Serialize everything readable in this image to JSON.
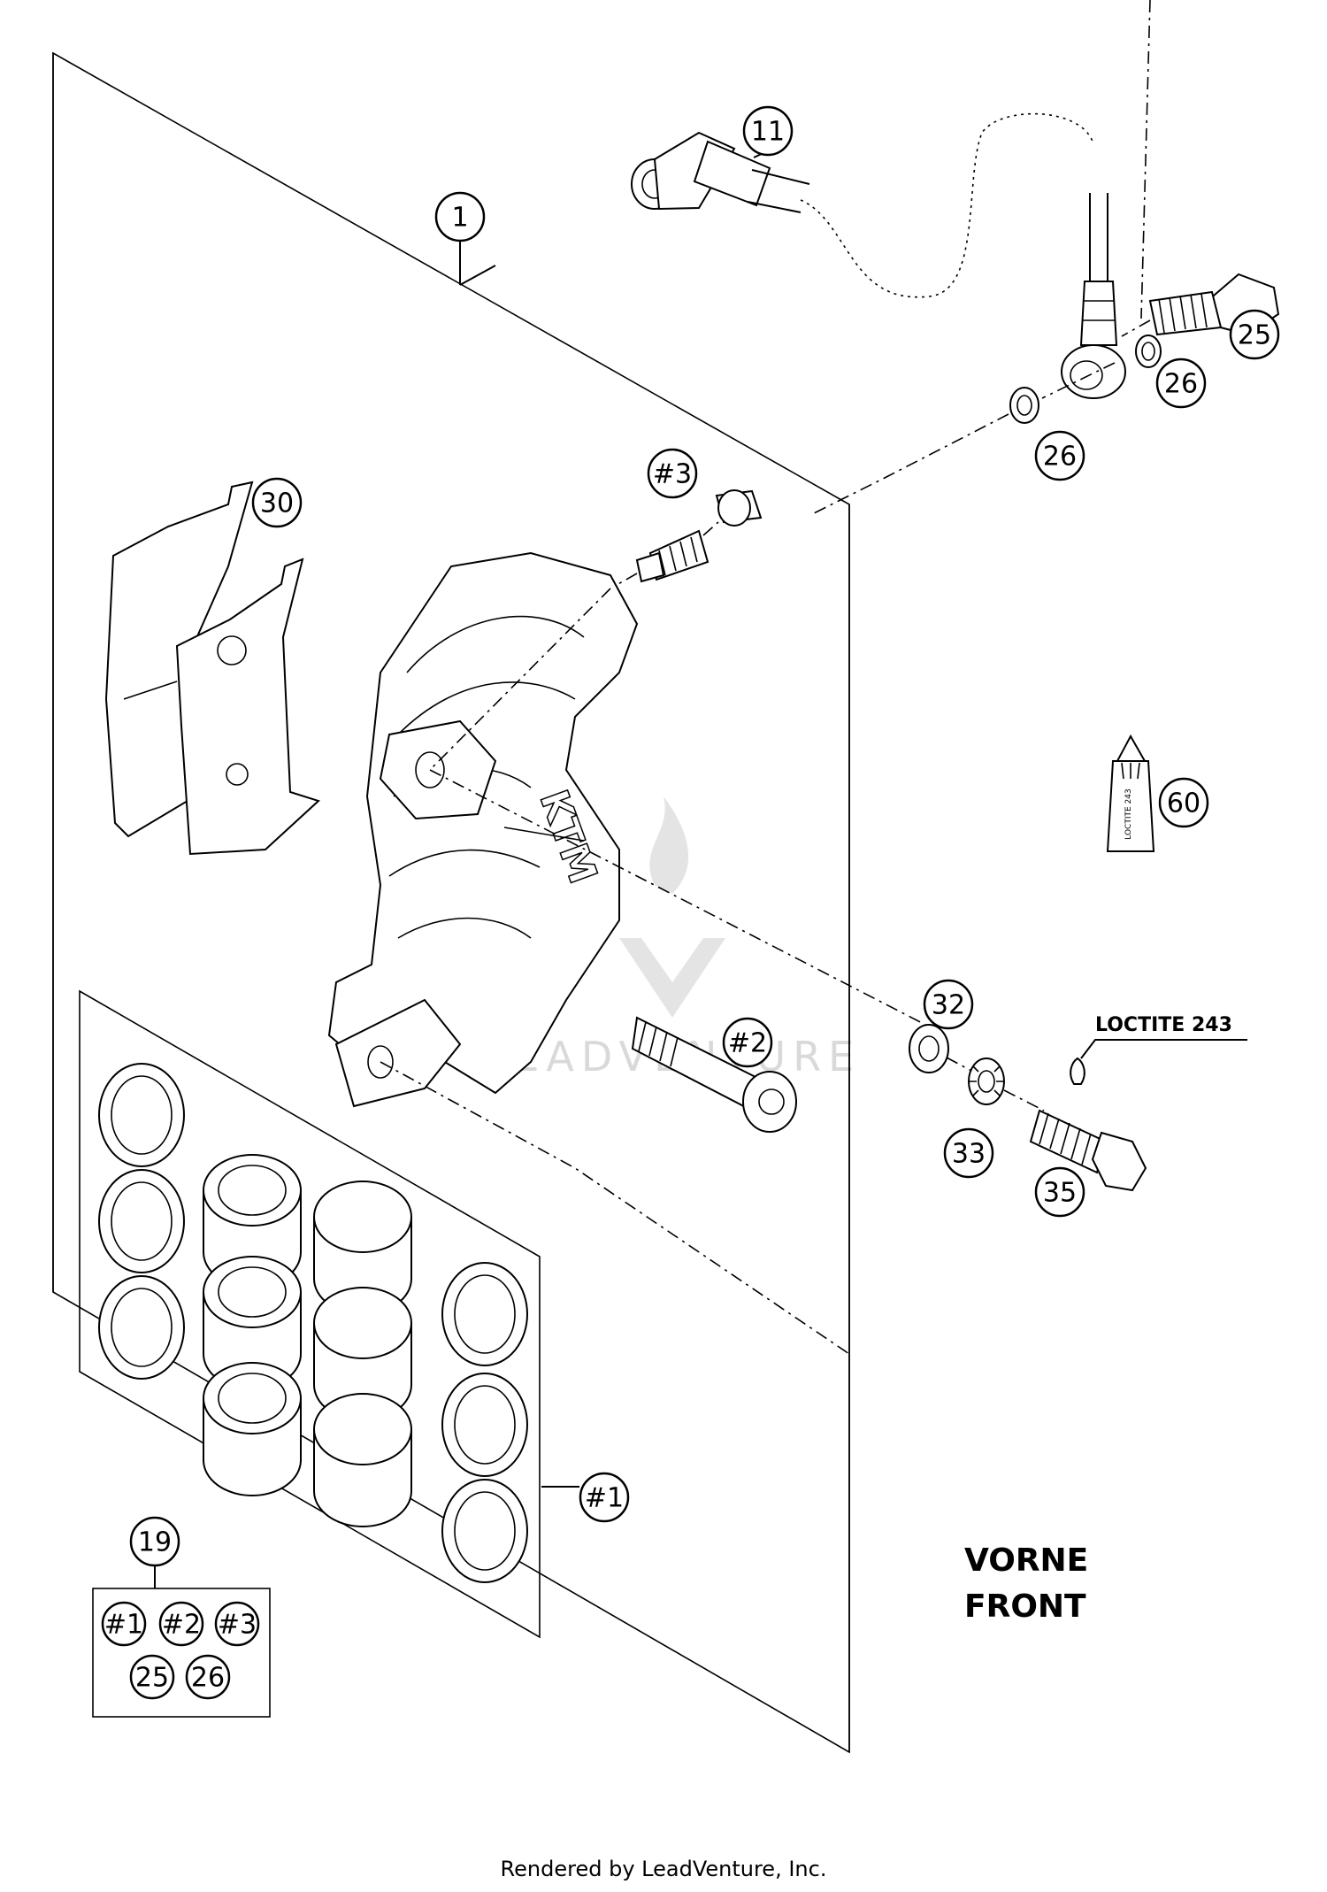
{
  "callouts": {
    "c1": "1",
    "c11": "11",
    "c25": "25",
    "c26a": "26",
    "c26b": "26",
    "c30": "30",
    "h3": "#3",
    "c60": "60",
    "c32": "32",
    "h2": "#2",
    "c33": "33",
    "c35": "35",
    "h1": "#1",
    "c19": "19"
  },
  "kit19": {
    "items_row1": [
      "#1",
      "#2",
      "#3"
    ],
    "items_row2": [
      "25",
      "26"
    ]
  },
  "labels": {
    "loctite": "LOCTITE 243",
    "vorne": "VORNE",
    "front": "FRONT",
    "tube_text": "LOCTITE 243"
  },
  "watermark": "LEADVENTURE",
  "footer": "Rendered by LeadVenture, Inc."
}
